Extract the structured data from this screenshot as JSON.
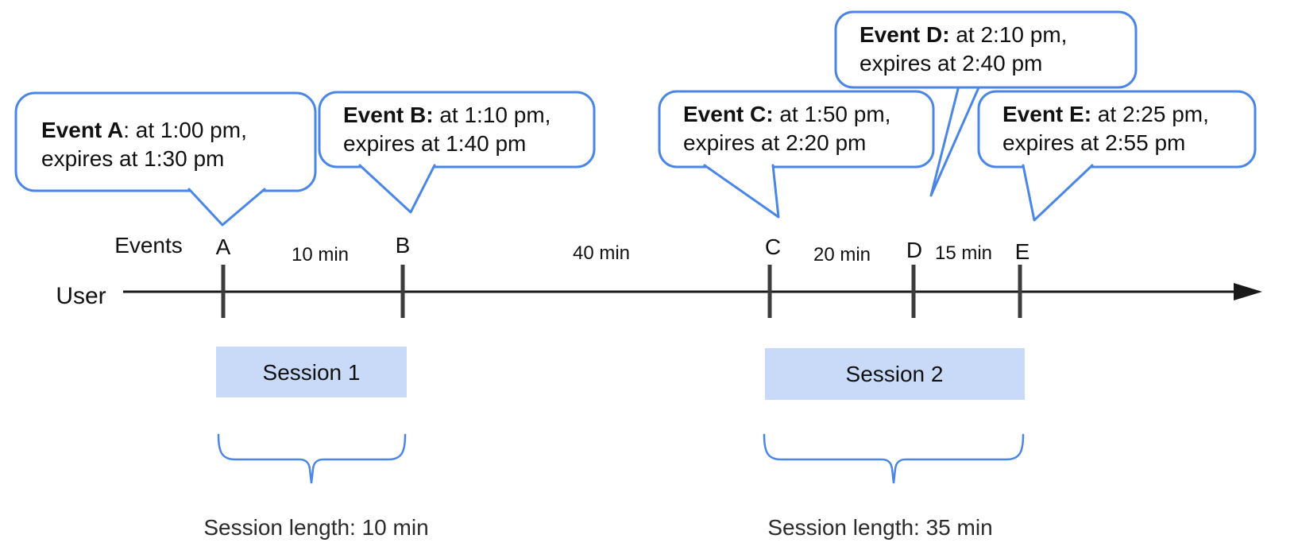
{
  "diagram": {
    "title_context": "Event sessionization timeline",
    "events_axis_label": "Events",
    "user_label": "User",
    "bubbles": [
      {
        "id": "A",
        "bold": "Event A",
        "rest": ": at 1:00 pm,",
        "line2": "expires at 1:30 pm"
      },
      {
        "id": "B",
        "bold": "Event B:",
        "rest": " at 1:10 pm,",
        "line2": "expires at 1:40 pm"
      },
      {
        "id": "C",
        "bold": "Event C:",
        "rest": " at 1:50 pm,",
        "line2": "expires at 2:20 pm"
      },
      {
        "id": "D",
        "bold": "Event D:",
        "rest": " at 2:10 pm,",
        "line2": "expires at 2:40 pm"
      },
      {
        "id": "E",
        "bold": "Event E:",
        "rest": " at 2:25 pm,",
        "line2": "expires at 2:55 pm"
      }
    ],
    "event_marks": {
      "a": "A",
      "b": "B",
      "c": "C",
      "d": "D",
      "e": "E"
    },
    "intervals": {
      "a_b": "10 min",
      "b_c": "40 min",
      "c_d": "20 min",
      "d_e": "15 min"
    },
    "sessions": [
      {
        "label": "Session 1",
        "length_label": "Session length: 10 min"
      },
      {
        "label": "Session 2",
        "length_label": "Session length: 35 min"
      }
    ],
    "colors": {
      "bubble_border": "#4a86e8",
      "brace": "#4a86e8",
      "session_fill": "#c9daf8",
      "axis": "#1a1a1a",
      "tick": "#3c3c3c",
      "text": "#111111"
    }
  }
}
